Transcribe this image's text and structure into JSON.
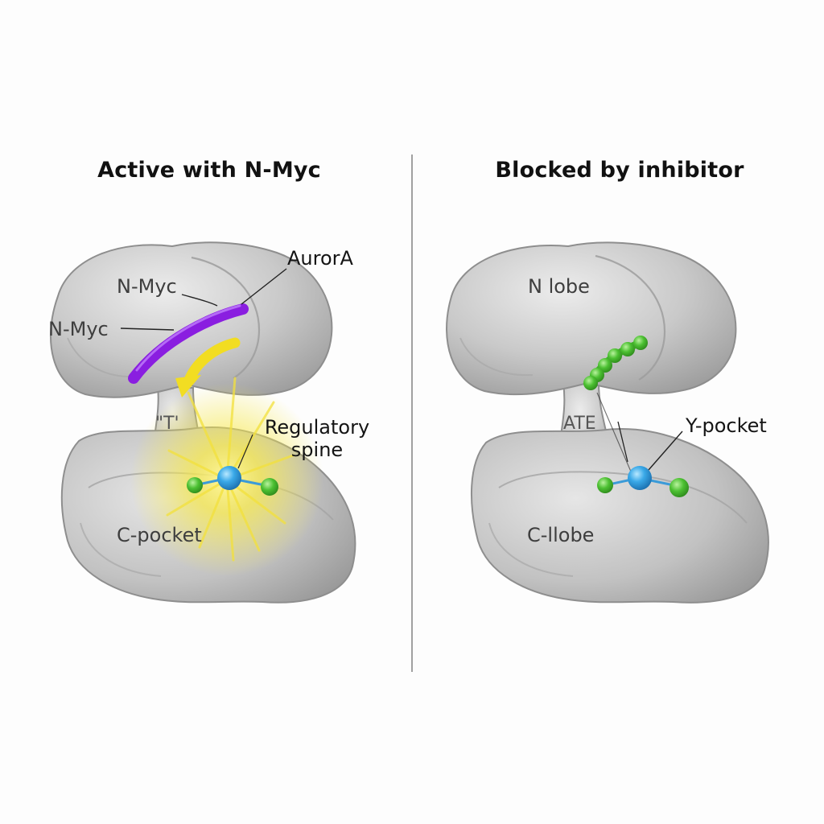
{
  "panels": {
    "active": {
      "title": "Active with N-Myc",
      "labels": {
        "aurora": "AurorA",
        "nmyc_upper": "N-Myc",
        "nmyc_lower": "N-Myc",
        "atp_fragment": "\"T'",
        "regulatory_spine_line1": "Regulatory",
        "regulatory_spine_line2": "spine",
        "c_pocket": "C-pocket"
      },
      "colors": {
        "nmyc_helix": "#8a1ee0",
        "glow": "#f4e84a",
        "center_atom": "#35a6e6",
        "side_atoms": "#4cc032"
      }
    },
    "blocked": {
      "title": "Blocked by inhibitor",
      "labels": {
        "n_lobe": "N lobe",
        "atp_fragment": "ATE",
        "y_pocket": "Y-pocket",
        "c_lobe": "C-llobe"
      },
      "colors": {
        "inhibitor": "#52c432",
        "center_atom": "#35a6e6",
        "side_atoms": "#4cc032"
      }
    }
  },
  "colors": {
    "protein_fill": "#c8c8c8",
    "protein_outline": "#8e8e8e",
    "divider": "#8a8a8a"
  }
}
